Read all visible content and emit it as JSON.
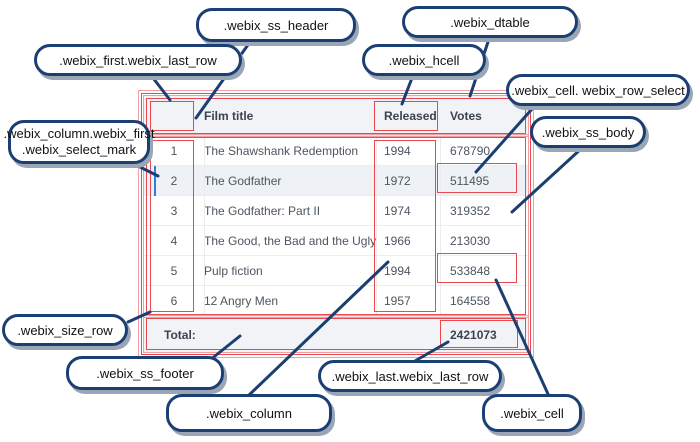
{
  "table": {
    "headers": {
      "id": "",
      "title": "Film title",
      "year": "Released",
      "votes": "Votes"
    },
    "rows": [
      {
        "id": "1",
        "title": "The Shawshank Redemption",
        "year": "1994",
        "votes": "678790"
      },
      {
        "id": "2",
        "title": "The Godfather",
        "year": "1972",
        "votes": "511495"
      },
      {
        "id": "3",
        "title": "The Godfather: Part II",
        "year": "1974",
        "votes": "319352"
      },
      {
        "id": "4",
        "title": "The Good, the Bad and the Ugly",
        "year": "1966",
        "votes": "213030"
      },
      {
        "id": "5",
        "title": "Pulp fiction",
        "year": "1994",
        "votes": "533848"
      },
      {
        "id": "6",
        "title": "12 Angry Men",
        "year": "1957",
        "votes": "164558"
      }
    ],
    "footer": {
      "label": "Total:",
      "total": "2421073"
    },
    "selected_row": 2
  },
  "callouts": {
    "ss_header": ".webix_ss_header",
    "dtable": ".webix_dtable",
    "first_last_row": ".webix_first.webix_last_row",
    "hcell": ".webix_hcell",
    "cell_row_select": ".webix_cell. webix_row_select",
    "column_first_select_mark_line1": ".webix_column.webix_first",
    "column_first_select_mark_line2": ".webix_select_mark",
    "ss_body": ".webix_ss_body",
    "size_row": ".webix_size_row",
    "ss_footer": ".webix_ss_footer",
    "last_last_row": ".webix_last.webix_last_row",
    "column": ".webix_column",
    "cell": ".webix_cell"
  },
  "colors": {
    "callout_border": "#1c3f73",
    "highlight_outline": "#e8484e",
    "selected_row_bg": "#eef1f5",
    "select_mark": "#2f7ed8"
  }
}
